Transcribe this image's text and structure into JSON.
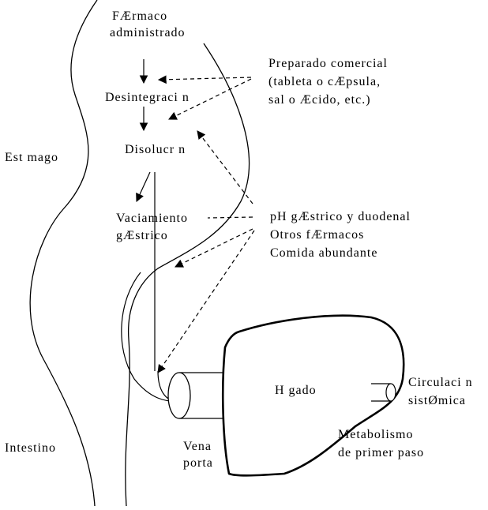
{
  "labels": {
    "farmaco_1": "FÆrmaco",
    "farmaco_2": "administrado",
    "desintegracion": "Desintegraci n",
    "disolucion": "Disolucr n",
    "estomago": "Est mago",
    "vaciamiento_1": "Vaciamiento",
    "vaciamiento_2": "gÆstrico",
    "preparado_1": "Preparado comercial",
    "preparado_2": "(tableta o cÆpsula,",
    "preparado_3": "sal o Æcido, etc.)",
    "factors_1": "pH gÆstrico y duodenal",
    "factors_2": "Otros fÆrmacos",
    "factors_3": "Comida abundante",
    "higado": "H gado",
    "circulacion_1": "Circulaci n",
    "circulacion_2": "sistØmica",
    "intestino": "Intestino",
    "vena_1": "Vena",
    "vena_2": "porta",
    "metabolismo_1": "Metabolismo",
    "metabolismo_2": "de primer paso"
  },
  "colors": {
    "ink": "#000000",
    "background": "#ffffff"
  }
}
